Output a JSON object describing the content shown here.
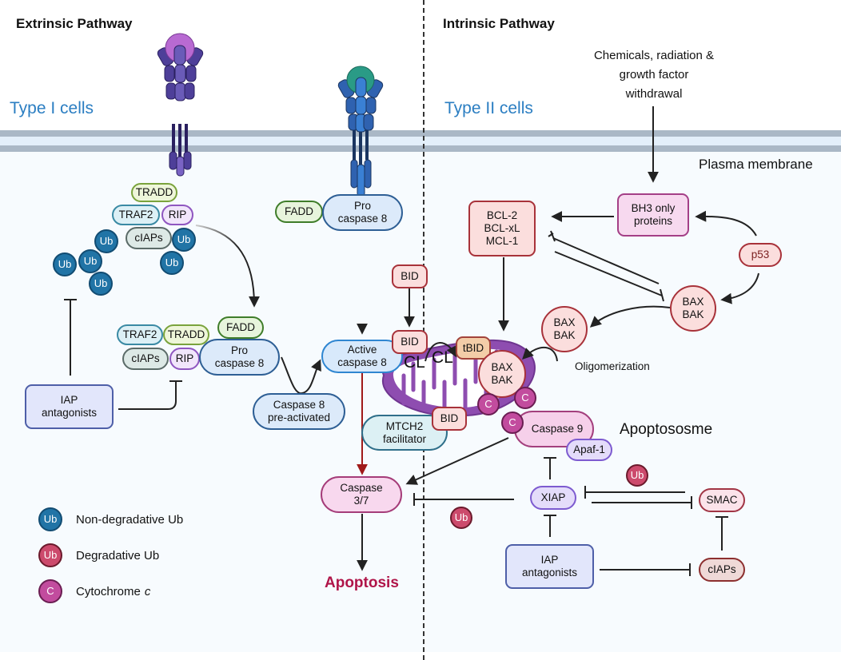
{
  "headers": {
    "extrinsic": "Extrinsic Pathway",
    "intrinsic": "Intrinsic Pathway"
  },
  "cell_types": {
    "type1": "Type I cells",
    "type2": "Type II cells"
  },
  "labels": {
    "stimulus_line1": "Chemicals, radiation &",
    "stimulus_line2": "growth factor",
    "stimulus_line3": "withdrawal",
    "plasma_membrane": "Plasma membrane",
    "oligomerization": "Oligomerization",
    "apoptosome": "Apoptososme",
    "apoptosis": "Apoptosis",
    "cl1": "CL",
    "cl2": "CL"
  },
  "extrinsic": {
    "complex1": {
      "tradd": "TRADD",
      "traf2": "TRAF2",
      "rip": "RIP",
      "ciaps": "cIAPs"
    },
    "ub_label": "Ub",
    "complex2": {
      "traf2": "TRAF2",
      "tradd": "TRADD",
      "ciaps": "cIAPs",
      "rip": "RIP",
      "fadd": "FADD",
      "procasp8_l1": "Pro",
      "procasp8_l2": "caspase 8"
    },
    "fadd_top": "FADD",
    "procasp8_top_l1": "Pro",
    "procasp8_top_l2": "caspase 8",
    "iap_antagonists_l1": "IAP",
    "iap_antagonists_l2": "antagonists",
    "casp8_pre_l1": "Caspase 8",
    "casp8_pre_l2": "pre-activated",
    "active_casp8_l1": "Active",
    "active_casp8_l2": "caspase 8",
    "casp37_l1": "Caspase",
    "casp37_l2": "3/7"
  },
  "mito": {
    "bid_top": "BID",
    "bid_mid": "BID",
    "bid_low": "BID",
    "tbid": "tBID",
    "mtch2_l1": "MTCH2",
    "mtch2_l2": "facilitator",
    "baxbak_l1": "BAX",
    "baxbak_l2": "BAK",
    "cyt_c": "C",
    "caspase9": "Caspase 9",
    "apaf1": "Apaf-1"
  },
  "intrinsic": {
    "bcl_l1": "BCL-2",
    "bcl_l2": "BCL-xL",
    "bcl_l3": "MCL-1",
    "bh3_l1": "BH3 only",
    "bh3_l2": "proteins",
    "p53": "p53",
    "baxbak_right_l1": "BAX",
    "baxbak_right_l2": "BAK",
    "baxbak_mid_l1": "BAX",
    "baxbak_mid_l2": "BAK",
    "xiap": "XIAP",
    "smac": "SMAC",
    "ciaps": "cIAPs",
    "iap_antagonists_l1": "IAP",
    "iap_antagonists_l2": "antagonists",
    "ub_label": "Ub"
  },
  "legend": [
    {
      "symbol": "Ub",
      "label": "Non-degradative Ub",
      "color": "#2174a6"
    },
    {
      "symbol": "Ub",
      "label": "Degradative Ub",
      "color": "#cc4a6c"
    },
    {
      "symbol": "C",
      "label": "Cytochrome",
      "label_italic": "c",
      "color": "#c24c9e"
    }
  ],
  "colors": {
    "apoptosis_text": "#b01549",
    "cell_type_text": "#2b7ec2",
    "membrane": "#aab8c6",
    "cleavage_arrow": "#a01a1a"
  }
}
